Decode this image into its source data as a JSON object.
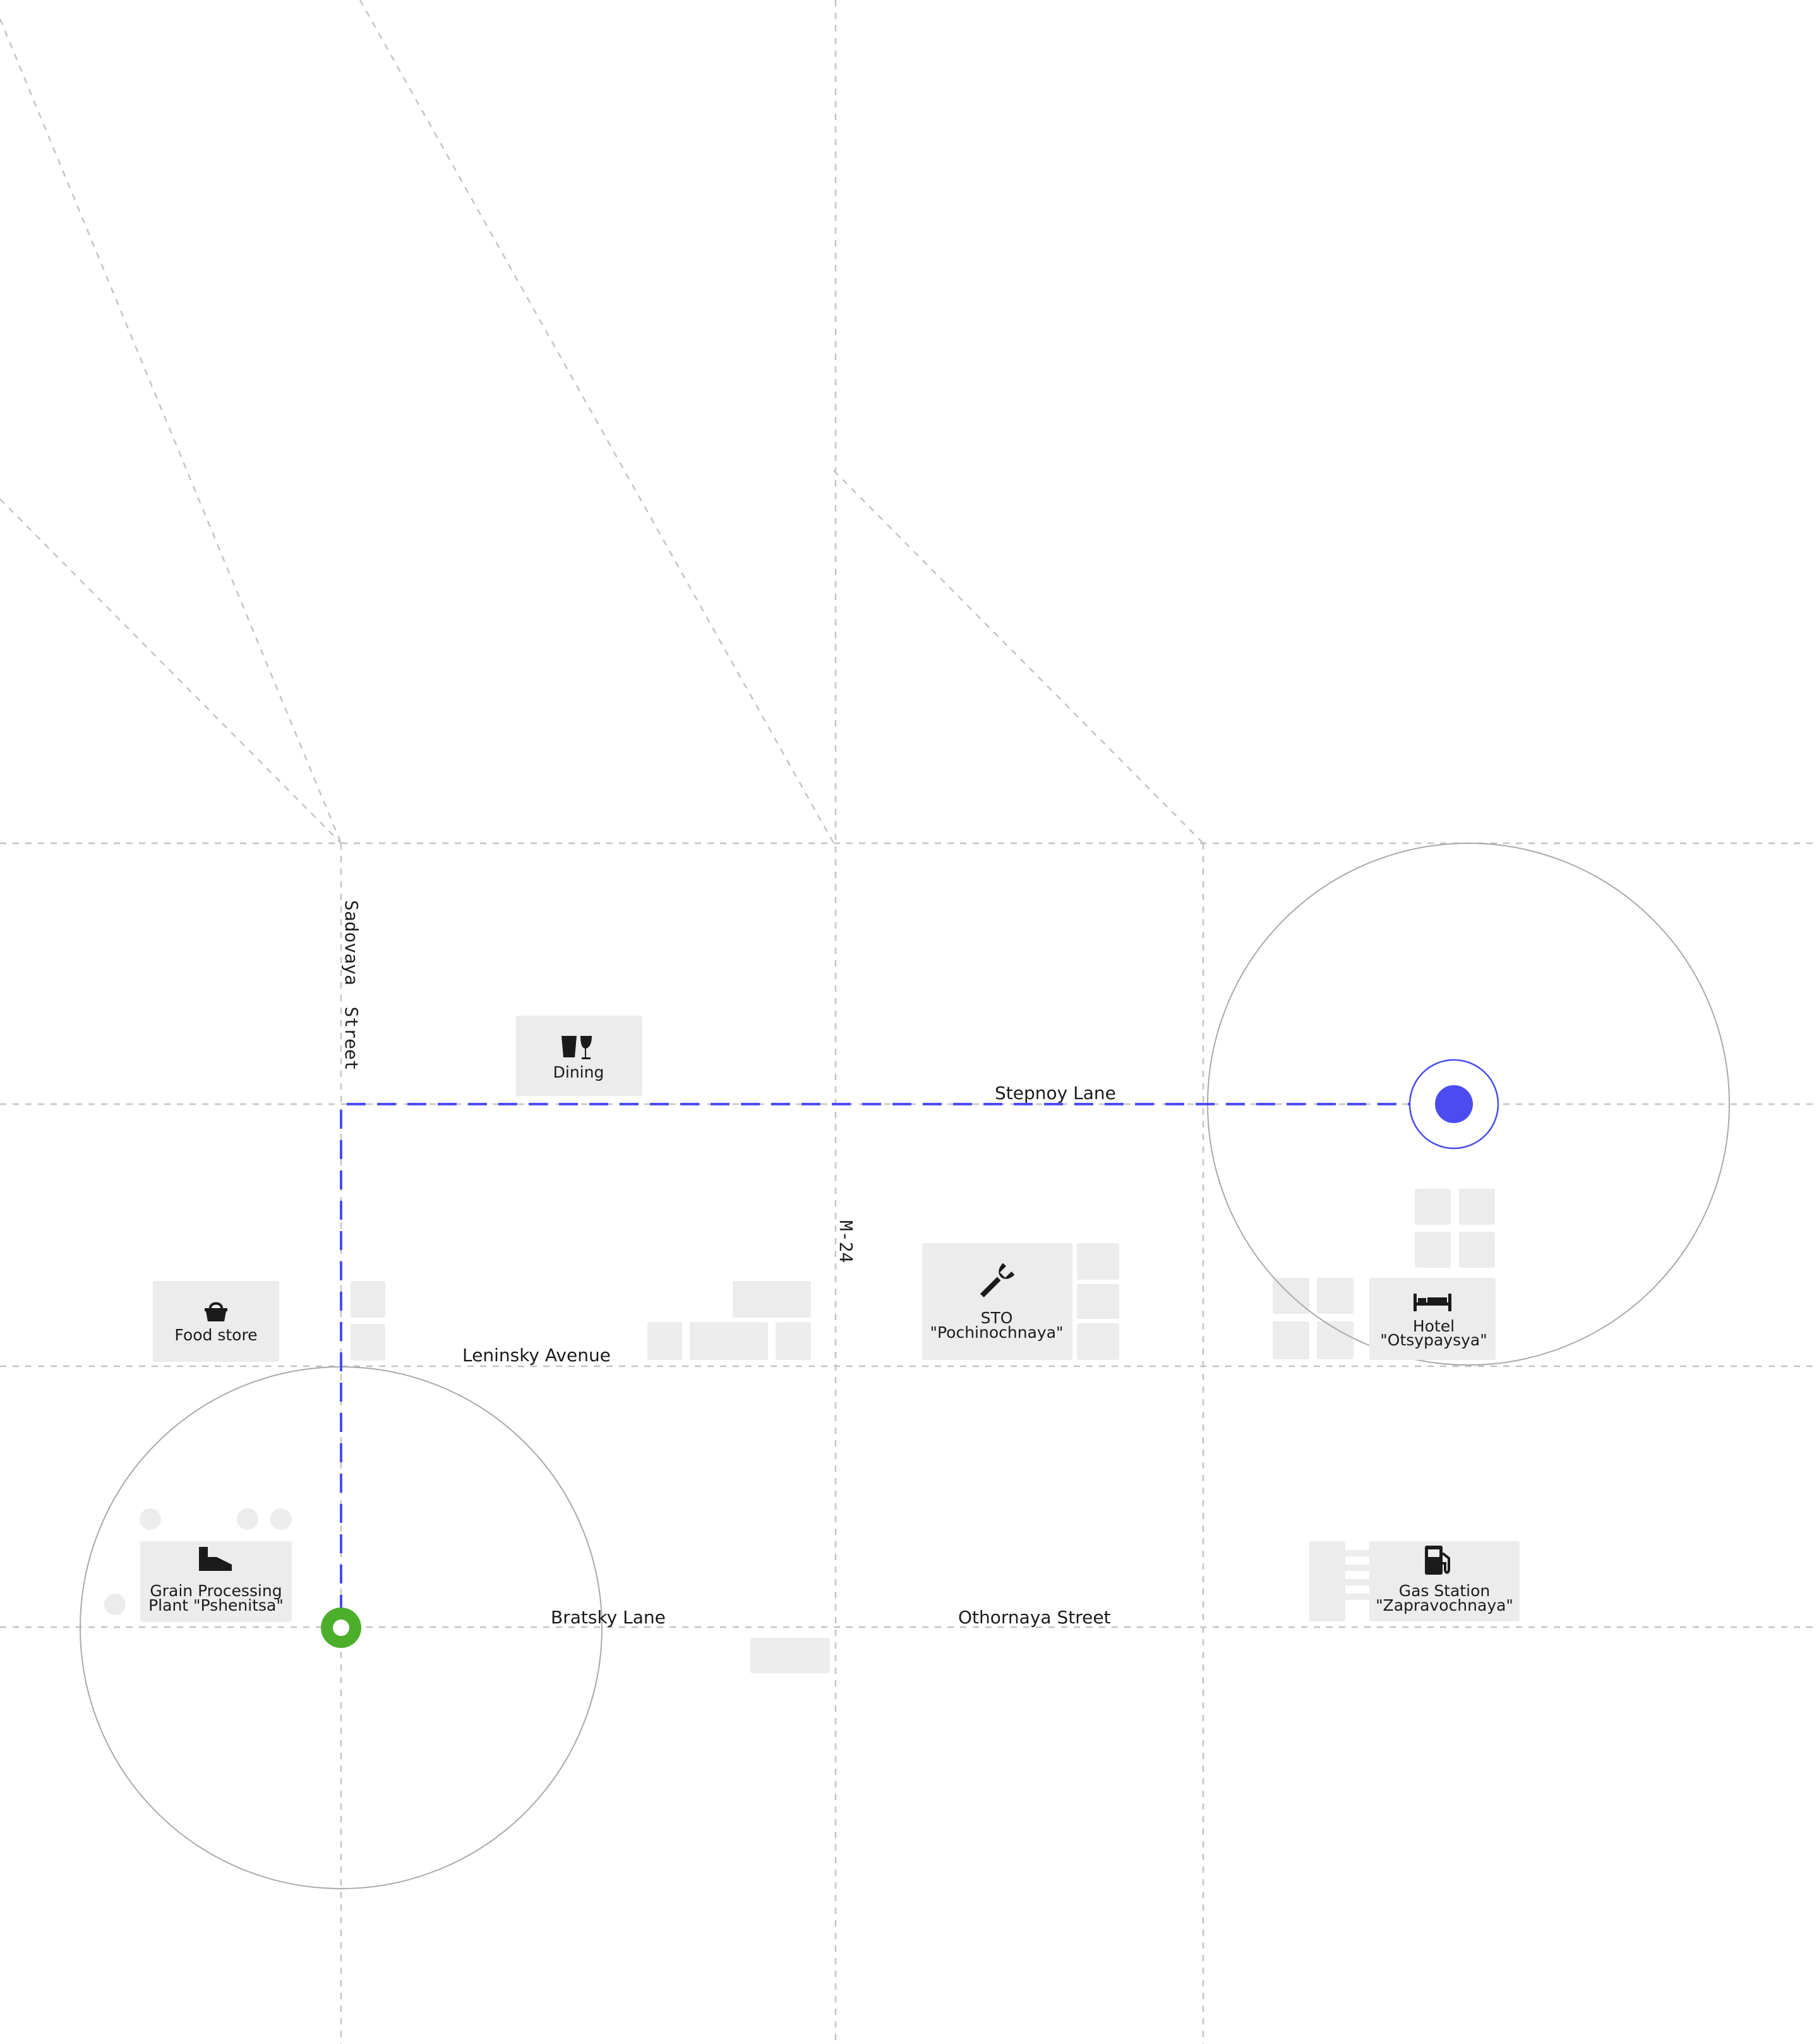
{
  "streets": {
    "sadovaya": "Sadovaya  Street",
    "stepnoy": "Stepnoy Lane",
    "m24": "M-24",
    "leninsky": "Leninsky Avenue",
    "bratsky": "Bratsky Lane",
    "othornaya": "Othornaya Street"
  },
  "places": {
    "dining": {
      "label": "Dining",
      "icon": "dining-icon"
    },
    "food_store": {
      "label": "Food store",
      "icon": "basket-icon"
    },
    "sto": {
      "line1": "STO",
      "line2": "\"Pochinochnaya\"",
      "icon": "wrench-icon"
    },
    "hotel": {
      "line1": "Hotel",
      "line2": "\"Otsypaysya\"",
      "icon": "bed-icon"
    },
    "grain_plant": {
      "line1": "Grain Processing",
      "line2": "Plant \"Pshenitsa\"",
      "icon": "factory-icon"
    },
    "gas_station": {
      "line1": "Gas Station",
      "line2": "\"Zapravochnaya\"",
      "icon": "fuel-pump-icon"
    }
  },
  "markers": {
    "origin": {
      "color": "#4caf2c",
      "icon": "origin-marker-icon"
    },
    "destination": {
      "color": "#4a4cf0",
      "icon": "destination-marker-icon"
    }
  },
  "route": {
    "color": "#4a4cf0",
    "style": "dashed"
  }
}
